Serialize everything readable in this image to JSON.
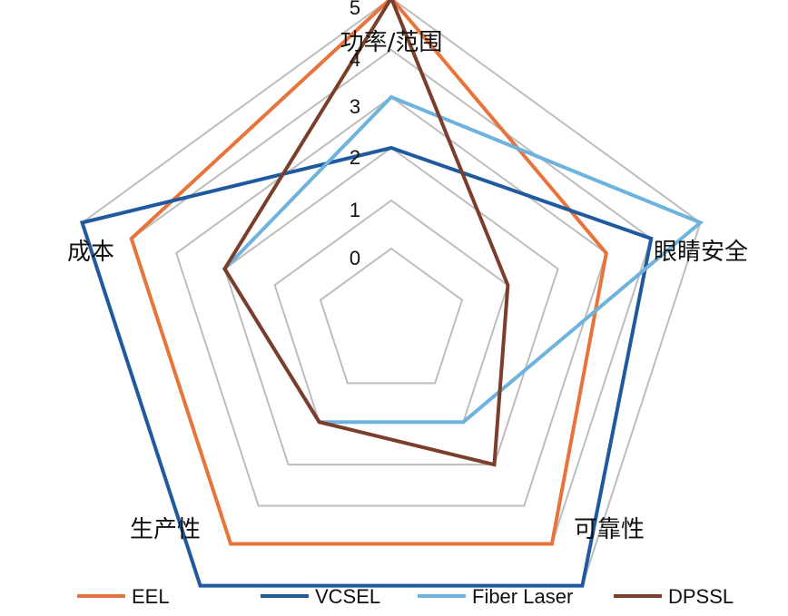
{
  "chart_data": {
    "type": "radar",
    "axes": [
      "功率/范围",
      "眼睛安全",
      "可靠性",
      "生产性",
      "成本"
    ],
    "tick_labels": [
      "0",
      "1",
      "2",
      "3",
      "4",
      "5"
    ],
    "range": [
      0,
      5
    ],
    "grid": true,
    "legend_position": "bottom",
    "series": [
      {
        "name": "EEL",
        "color": "#e8743b",
        "values": [
          5,
          3,
          4,
          4,
          4
        ]
      },
      {
        "name": "VCSEL",
        "color": "#1f5a9e",
        "values": [
          2,
          4,
          5,
          5,
          5
        ]
      },
      {
        "name": "Fiber Laser",
        "color": "#6db3dd",
        "values": [
          3,
          5,
          1,
          1,
          2
        ]
      },
      {
        "name": "DPSSL",
        "color": "#7a3e2a",
        "values": [
          5,
          1,
          2,
          1,
          2
        ]
      }
    ]
  }
}
